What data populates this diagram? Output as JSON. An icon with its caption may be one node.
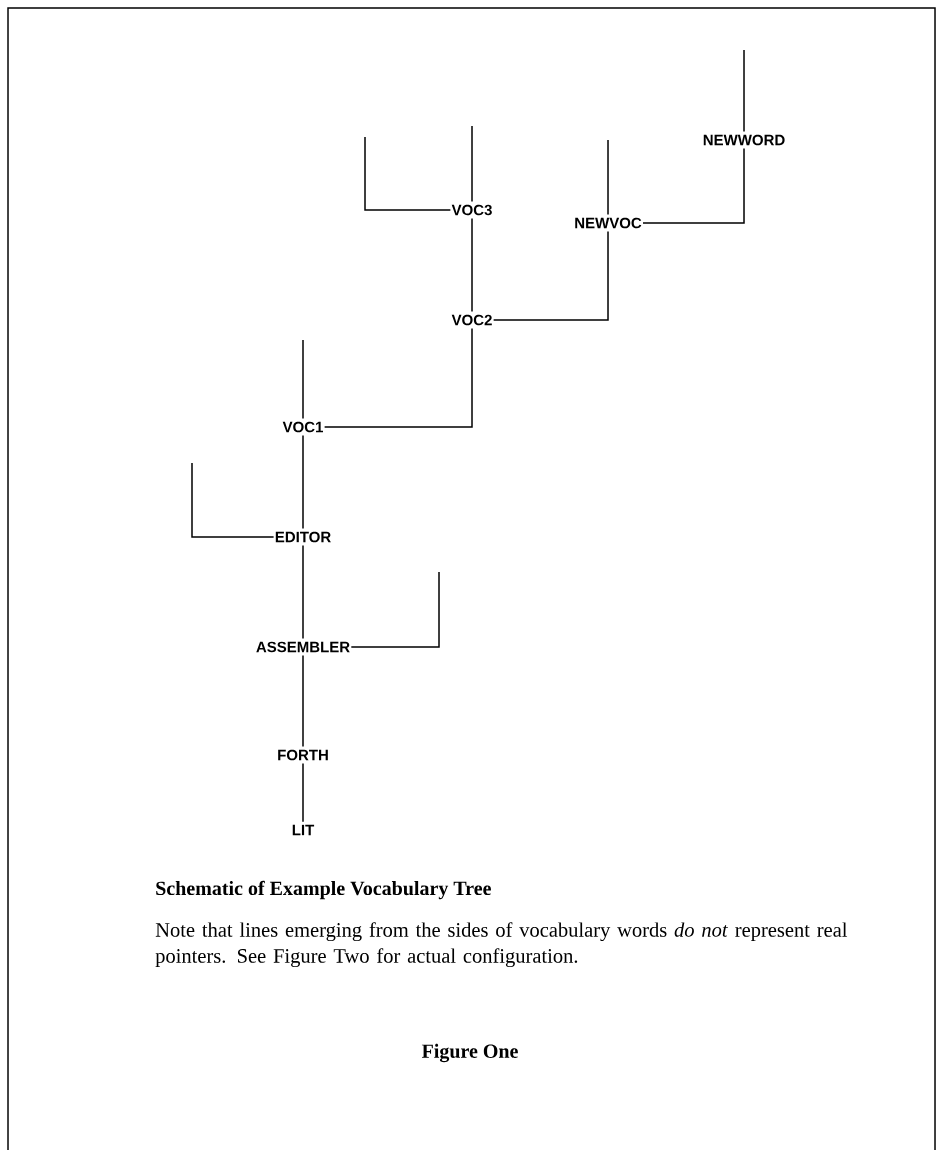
{
  "diagram": {
    "title": "Schematic of Example Vocabulary Tree",
    "caption": "Note that lines emerging from the sides of vocabulary words *do not* represent real pointers. See Figure Two for actual configuration.",
    "nodes": [
      {
        "text": [
          "NEWWORD"
        ]
      },
      {
        "text": [
          "VOC3"
        ]
      },
      {
        "text": [
          "NEWVOC"
        ]
      },
      {
        "text": [
          "VOC2"
        ]
      },
      {
        "text": [
          "VOC1"
        ]
      },
      {
        "text": [
          "EDITOR"
        ]
      },
      {
        "text": [
          "ASSEMBLER"
        ]
      },
      {
        "text": [
          "FORTH"
        ]
      },
      {
        "text": [
          "LIT"
        ]
      }
    ],
    "edges": [
      {
        "from": 2,
        "to": 0,
        "arrow": "none"
      },
      {
        "from": 1,
        "to": 3,
        "arrow": "none"
      },
      {
        "from": 3,
        "to": 2,
        "arrow": "none"
      },
      {
        "from": 4,
        "to": 3,
        "arrow": "none"
      },
      {
        "from": 5,
        "to": 4,
        "arrow": "none"
      },
      {
        "from": 6,
        "to": 5,
        "arrow": "none"
      },
      {
        "from": 7,
        "to": 6,
        "arrow": "none"
      },
      {
        "from": 8,
        "to": 7,
        "arrow": "none"
      },
      {
        "from": 0,
        "to": null,
        "arrow": "none"
      },
      {
        "from": 1,
        "to": null,
        "arrow": "none"
      },
      {
        "from": 1,
        "to": null,
        "arrow": "none"
      },
      {
        "from": 2,
        "to": null,
        "arrow": "none"
      },
      {
        "from": 4,
        "to": null,
        "arrow": "none"
      },
      {
        "from": 5,
        "to": null,
        "arrow": "none"
      },
      {
        "from": 6,
        "to": null,
        "arrow": "none"
      }
    ],
    "labels": [
      "Figure One"
    ]
  }
}
